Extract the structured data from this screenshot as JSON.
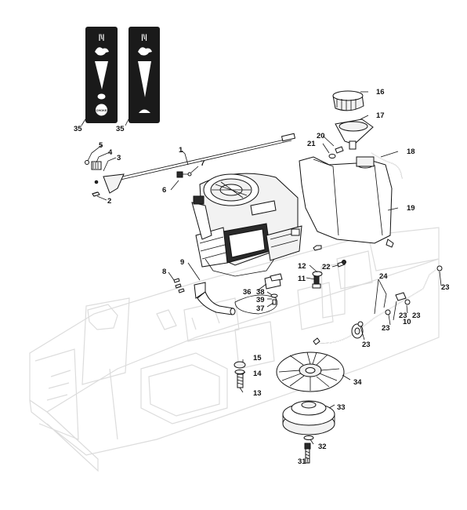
{
  "callouts": [
    "1",
    "2",
    "3",
    "4",
    "5",
    "6",
    "7",
    "8",
    "9",
    "10",
    "11",
    "12",
    "13",
    "14",
    "15",
    "16",
    "17",
    "18",
    "19",
    "20",
    "21",
    "22",
    "23",
    "23",
    "23",
    "23",
    "23",
    "24",
    "31",
    "32",
    "33",
    "34",
    "35",
    "35",
    "36",
    "37",
    "38",
    "39"
  ],
  "decal_left": {
    "choke_symbol": "|\\|",
    "bottom_text": "CHOKE"
  },
  "decal_right": {
    "choke_symbol": "|\\|"
  },
  "colors": {
    "line": "#111111",
    "ghost_frame": "#dcdcdc",
    "decal_background": "#1a1a1a",
    "decal_foreground": "#ffffff"
  }
}
